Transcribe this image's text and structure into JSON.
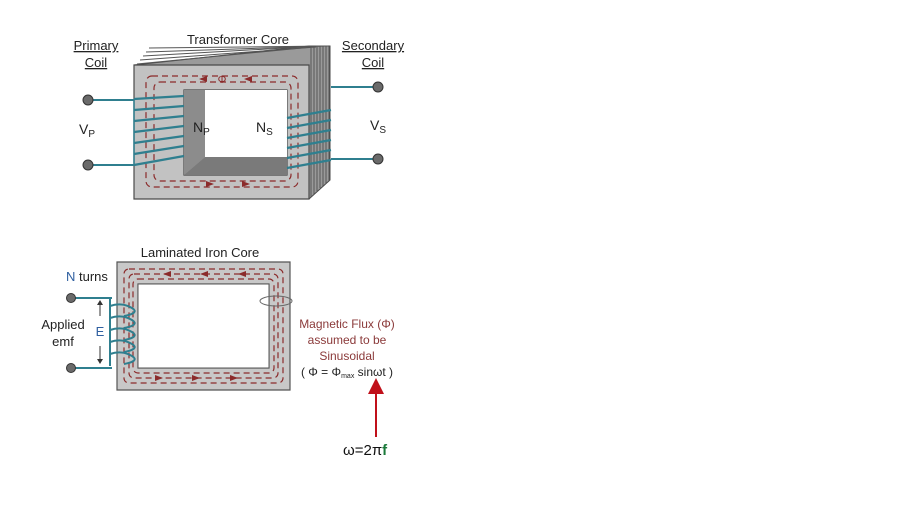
{
  "colors": {
    "core_fill": "#bdbdbd",
    "core_dark": "#7a7a7a",
    "core_edge": "#4a4a4a",
    "winding": "#2f7f8f",
    "flux": "#8b2b2b",
    "flux_text": "#8b3a3a",
    "label_blue": "#2f5fa0",
    "arrow_red": "#c0101a",
    "omega_green": "#1a7a3a"
  },
  "top_diagram": {
    "title": "Transformer Core",
    "primary_line1": "Primary",
    "primary_line2": "Coil",
    "secondary_line1": "Secondary",
    "secondary_line2": "Coil",
    "vp": "V",
    "vp_sub": "P",
    "vs": "V",
    "vs_sub": "S",
    "np": "N",
    "np_sub": "P",
    "ns": "N",
    "ns_sub": "S",
    "flux_symbol": "Φ"
  },
  "bottom_diagram": {
    "title": "Laminated Iron Core",
    "n_letter": "N",
    "turns": "turns",
    "applied_line1": "Applied",
    "applied_line2": "emf",
    "e_label": "E",
    "flux_line1": "Magnetic Flux (Φ)",
    "flux_line2": "assumed to be",
    "flux_line3": "Sinusoidal",
    "flux_eq_open": "( Φ = Φ",
    "flux_eq_sub": "max",
    "flux_eq_close": " sinωt )"
  },
  "omega_eq": {
    "lhs": "ω=2π",
    "f": "f"
  }
}
